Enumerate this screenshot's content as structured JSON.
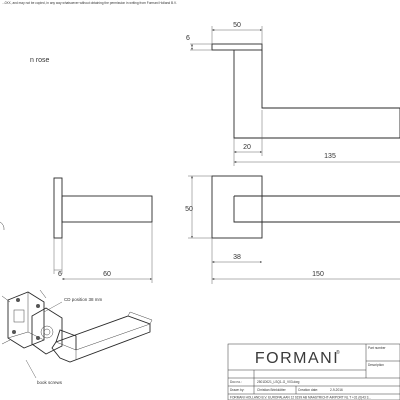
{
  "header": {
    "copyright_fragment": "...0XX, and may not be copied, in any way whatsoever without obtaining the permission in writing from Formani Holland B.V.",
    "subtitle_fragment": "n rose"
  },
  "dimensions": {
    "rose_thickness_top": "6",
    "lever_rose_width_top": "50",
    "lever_neck_offset": "20",
    "lever_length_side": "135",
    "rose_height": "50",
    "rose_thickness_bottom": "6",
    "projection": "60",
    "lever_neck_front": "38",
    "lever_length_front": "150"
  },
  "callouts": {
    "cd_position": "CD position 38 mm",
    "book_screws": "book screws"
  },
  "title_block": {
    "brand": "FORMANI",
    "brand_mark": "®",
    "part_number_label": "Part number",
    "description_label": "Description",
    "doc_no_label": "Doc no.:",
    "doc_no_value": "2501D021_LSQ1-G_V03.dwg",
    "drawn_by_label": "Drawn by:",
    "drawn_by_value": "Christian Brinkkötter",
    "creation_date_label": "Creation date:",
    "creation_date_value": "2-9-2016",
    "footer": "FORMANI HOLLAND B.V.  EUROPALAAN 12  6199 AB MAASTRICHT-AIRPORT NL  T +31 (0)43 3..."
  }
}
